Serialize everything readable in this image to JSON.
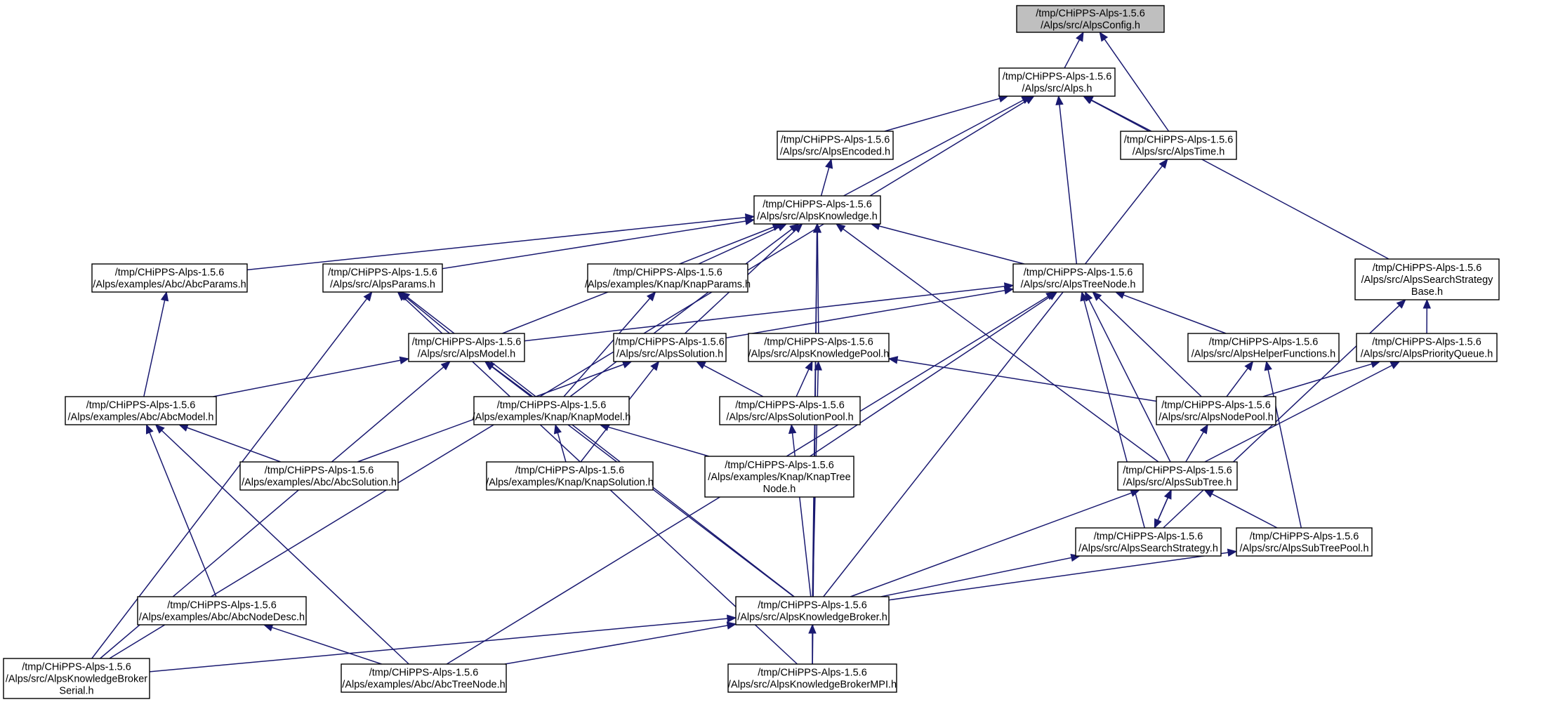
{
  "graph": {
    "nodes": [
      {
        "id": "config",
        "lines": [
          "/tmp/CHiPPS-Alps-1.5.6",
          "/Alps/src/AlpsConfig.h"
        ],
        "root": true
      },
      {
        "id": "alps",
        "lines": [
          "/tmp/CHiPPS-Alps-1.5.6",
          "/Alps/src/Alps.h"
        ]
      },
      {
        "id": "encoded",
        "lines": [
          "/tmp/CHiPPS-Alps-1.5.6",
          "/Alps/src/AlpsEncoded.h"
        ]
      },
      {
        "id": "time",
        "lines": [
          "/tmp/CHiPPS-Alps-1.5.6",
          "/Alps/src/AlpsTime.h"
        ]
      },
      {
        "id": "knowledge",
        "lines": [
          "/tmp/CHiPPS-Alps-1.5.6",
          "/Alps/src/AlpsKnowledge.h"
        ]
      },
      {
        "id": "abcparams",
        "lines": [
          "/tmp/CHiPPS-Alps-1.5.6",
          "/Alps/examples/Abc/AbcParams.h"
        ]
      },
      {
        "id": "alpsparams",
        "lines": [
          "/tmp/CHiPPS-Alps-1.5.6",
          "/Alps/src/AlpsParams.h"
        ]
      },
      {
        "id": "knapparams",
        "lines": [
          "/tmp/CHiPPS-Alps-1.5.6",
          "/Alps/examples/Knap/KnapParams.h"
        ]
      },
      {
        "id": "treenode",
        "lines": [
          "/tmp/CHiPPS-Alps-1.5.6",
          "/Alps/src/AlpsTreeNode.h"
        ]
      },
      {
        "id": "ssbase",
        "lines": [
          "/tmp/CHiPPS-Alps-1.5.6",
          "/Alps/src/AlpsSearchStrategy",
          "Base.h"
        ]
      },
      {
        "id": "model",
        "lines": [
          "/tmp/CHiPPS-Alps-1.5.6",
          "/Alps/src/AlpsModel.h"
        ]
      },
      {
        "id": "solution",
        "lines": [
          "/tmp/CHiPPS-Alps-1.5.6",
          "/Alps/src/AlpsSolution.h"
        ]
      },
      {
        "id": "kpool",
        "lines": [
          "/tmp/CHiPPS-Alps-1.5.6",
          "/Alps/src/AlpsKnowledgePool.h"
        ]
      },
      {
        "id": "helper",
        "lines": [
          "/tmp/CHiPPS-Alps-1.5.6",
          "/Alps/src/AlpsHelperFunctions.h"
        ]
      },
      {
        "id": "pqueue",
        "lines": [
          "/tmp/CHiPPS-Alps-1.5.6",
          "/Alps/src/AlpsPriorityQueue.h"
        ]
      },
      {
        "id": "abcmodel",
        "lines": [
          "/tmp/CHiPPS-Alps-1.5.6",
          "/Alps/examples/Abc/AbcModel.h"
        ]
      },
      {
        "id": "knapmodel",
        "lines": [
          "/tmp/CHiPPS-Alps-1.5.6",
          "/Alps/examples/Knap/KnapModel.h"
        ]
      },
      {
        "id": "solpool",
        "lines": [
          "/tmp/CHiPPS-Alps-1.5.6",
          "/Alps/src/AlpsSolutionPool.h"
        ]
      },
      {
        "id": "nodepool",
        "lines": [
          "/tmp/CHiPPS-Alps-1.5.6",
          "/Alps/src/AlpsNodePool.h"
        ]
      },
      {
        "id": "abcsolution",
        "lines": [
          "/tmp/CHiPPS-Alps-1.5.6",
          "/Alps/examples/Abc/AbcSolution.h"
        ]
      },
      {
        "id": "knapsolution",
        "lines": [
          "/tmp/CHiPPS-Alps-1.5.6",
          "/Alps/examples/Knap/KnapSolution.h"
        ]
      },
      {
        "id": "knaptreenode",
        "lines": [
          "/tmp/CHiPPS-Alps-1.5.6",
          "/Alps/examples/Knap/KnapTree",
          "Node.h"
        ]
      },
      {
        "id": "subtree",
        "lines": [
          "/tmp/CHiPPS-Alps-1.5.6",
          "/Alps/src/AlpsSubTree.h"
        ]
      },
      {
        "id": "searchstrategy",
        "lines": [
          "/tmp/CHiPPS-Alps-1.5.6",
          "/Alps/src/AlpsSearchStrategy.h"
        ]
      },
      {
        "id": "subtreepool",
        "lines": [
          "/tmp/CHiPPS-Alps-1.5.6",
          "/Alps/src/AlpsSubTreePool.h"
        ]
      },
      {
        "id": "abcnodedesc",
        "lines": [
          "/tmp/CHiPPS-Alps-1.5.6",
          "/Alps/examples/Abc/AbcNodeDesc.h"
        ]
      },
      {
        "id": "broker",
        "lines": [
          "/tmp/CHiPPS-Alps-1.5.6",
          "/Alps/src/AlpsKnowledgeBroker.h"
        ]
      },
      {
        "id": "brokerserial",
        "lines": [
          "/tmp/CHiPPS-Alps-1.5.6",
          "/Alps/src/AlpsKnowledgeBroker",
          "Serial.h"
        ]
      },
      {
        "id": "abctreenode",
        "lines": [
          "/tmp/CHiPPS-Alps-1.5.6",
          "/Alps/examples/Abc/AbcTreeNode.h"
        ]
      },
      {
        "id": "brokermpi",
        "lines": [
          "/tmp/CHiPPS-Alps-1.5.6",
          "/Alps/src/AlpsKnowledgeBrokerMPI.h"
        ]
      }
    ],
    "edges": [
      [
        "alps",
        "config"
      ],
      [
        "time",
        "config"
      ],
      [
        "encoded",
        "alps"
      ],
      [
        "time",
        "alps"
      ],
      [
        "knowledge",
        "alps"
      ],
      [
        "treenode",
        "alps"
      ],
      [
        "ssbase",
        "alps"
      ],
      [
        "brokerserial",
        "alps"
      ],
      [
        "knowledge",
        "encoded"
      ],
      [
        "broker",
        "time"
      ],
      [
        "abcparams",
        "knowledge"
      ],
      [
        "alpsparams",
        "knowledge"
      ],
      [
        "knapparams",
        "knowledge"
      ],
      [
        "treenode",
        "knowledge"
      ],
      [
        "model",
        "knowledge"
      ],
      [
        "solution",
        "knowledge"
      ],
      [
        "kpool",
        "knowledge"
      ],
      [
        "knapmodel",
        "knowledge"
      ],
      [
        "subtree",
        "knowledge"
      ],
      [
        "broker",
        "knowledge"
      ],
      [
        "brokermpi",
        "knowledge"
      ],
      [
        "abcmodel",
        "abcparams"
      ],
      [
        "model",
        "alpsparams"
      ],
      [
        "brokerserial",
        "alpsparams"
      ],
      [
        "broker",
        "alpsparams"
      ],
      [
        "brokermpi",
        "alpsparams"
      ],
      [
        "knapmodel",
        "knapparams"
      ],
      [
        "model",
        "treenode"
      ],
      [
        "solution",
        "treenode"
      ],
      [
        "helper",
        "treenode"
      ],
      [
        "nodepool",
        "treenode"
      ],
      [
        "subtree",
        "treenode"
      ],
      [
        "searchstrategy",
        "treenode"
      ],
      [
        "knaptreenode",
        "treenode"
      ],
      [
        "abctreenode",
        "treenode"
      ],
      [
        "pqueue",
        "ssbase"
      ],
      [
        "searchstrategy",
        "ssbase"
      ],
      [
        "abcmodel",
        "model"
      ],
      [
        "knapmodel",
        "model"
      ],
      [
        "brokerserial",
        "model"
      ],
      [
        "broker",
        "model"
      ],
      [
        "solpool",
        "solution"
      ],
      [
        "abcsolution",
        "solution"
      ],
      [
        "knapsolution",
        "solution"
      ],
      [
        "solpool",
        "kpool"
      ],
      [
        "nodepool",
        "kpool"
      ],
      [
        "broker",
        "kpool"
      ],
      [
        "nodepool",
        "helper"
      ],
      [
        "subtreepool",
        "helper"
      ],
      [
        "nodepool",
        "pqueue"
      ],
      [
        "subtree",
        "pqueue"
      ],
      [
        "abcsolution",
        "abcmodel"
      ],
      [
        "abcnodedesc",
        "abcmodel"
      ],
      [
        "abctreenode",
        "abcmodel"
      ],
      [
        "knapsolution",
        "knapmodel"
      ],
      [
        "knaptreenode",
        "knapmodel"
      ],
      [
        "broker",
        "solpool"
      ],
      [
        "subtree",
        "nodepool"
      ],
      [
        "searchstrategy",
        "subtree"
      ],
      [
        "subtreepool",
        "subtree"
      ],
      [
        "broker",
        "subtree"
      ],
      [
        "subtree",
        "searchstrategy"
      ],
      [
        "broker",
        "searchstrategy"
      ],
      [
        "broker",
        "subtreepool"
      ],
      [
        "abctreenode",
        "abcnodedesc"
      ],
      [
        "brokerserial",
        "broker"
      ],
      [
        "abctreenode",
        "broker"
      ],
      [
        "brokermpi",
        "broker"
      ]
    ]
  }
}
